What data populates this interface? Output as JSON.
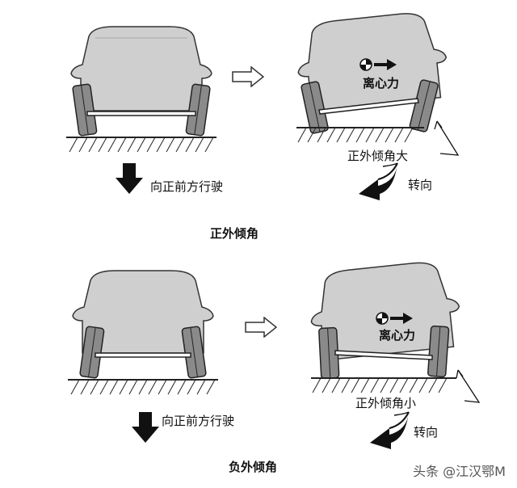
{
  "top": {
    "left_caption": "向正前方行驶",
    "force_label": "离心力",
    "camber_note": "正外倾角大",
    "turn_label": "转向",
    "section_title": "正外倾角"
  },
  "bottom": {
    "left_caption": "向正前方行驶",
    "force_label": "离心力",
    "camber_note": "正外倾角小",
    "turn_label": "转向",
    "section_title": "负外倾角"
  },
  "watermark": "头条 @江汉鄂M",
  "colors": {
    "body": "#cfcfcf",
    "tire": "#8a8a8a",
    "ground": "#222222",
    "ink": "#111111"
  }
}
